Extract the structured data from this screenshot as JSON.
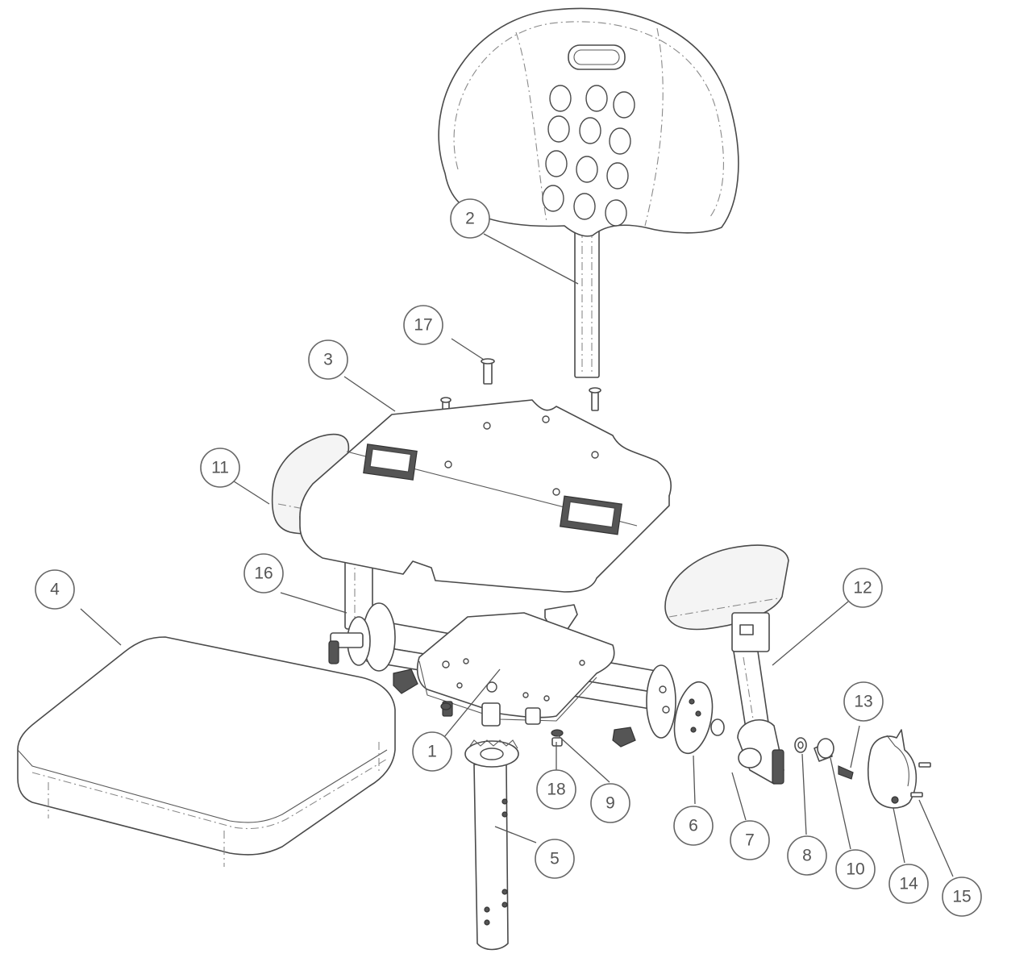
{
  "balloons": [
    {
      "id": "balloon-1",
      "label": "1"
    },
    {
      "id": "balloon-2",
      "label": "2"
    },
    {
      "id": "balloon-3",
      "label": "3"
    },
    {
      "id": "balloon-4",
      "label": "4"
    },
    {
      "id": "balloon-5",
      "label": "5"
    },
    {
      "id": "balloon-6",
      "label": "6"
    },
    {
      "id": "balloon-7",
      "label": "7"
    },
    {
      "id": "balloon-8",
      "label": "8"
    },
    {
      "id": "balloon-9",
      "label": "9"
    },
    {
      "id": "balloon-10",
      "label": "10"
    },
    {
      "id": "balloon-11",
      "label": "11"
    },
    {
      "id": "balloon-12",
      "label": "12"
    },
    {
      "id": "balloon-13",
      "label": "13"
    },
    {
      "id": "balloon-14",
      "label": "14"
    },
    {
      "id": "balloon-15",
      "label": "15"
    },
    {
      "id": "balloon-16",
      "label": "16"
    },
    {
      "id": "balloon-17",
      "label": "17"
    },
    {
      "id": "balloon-18",
      "label": "18"
    }
  ]
}
